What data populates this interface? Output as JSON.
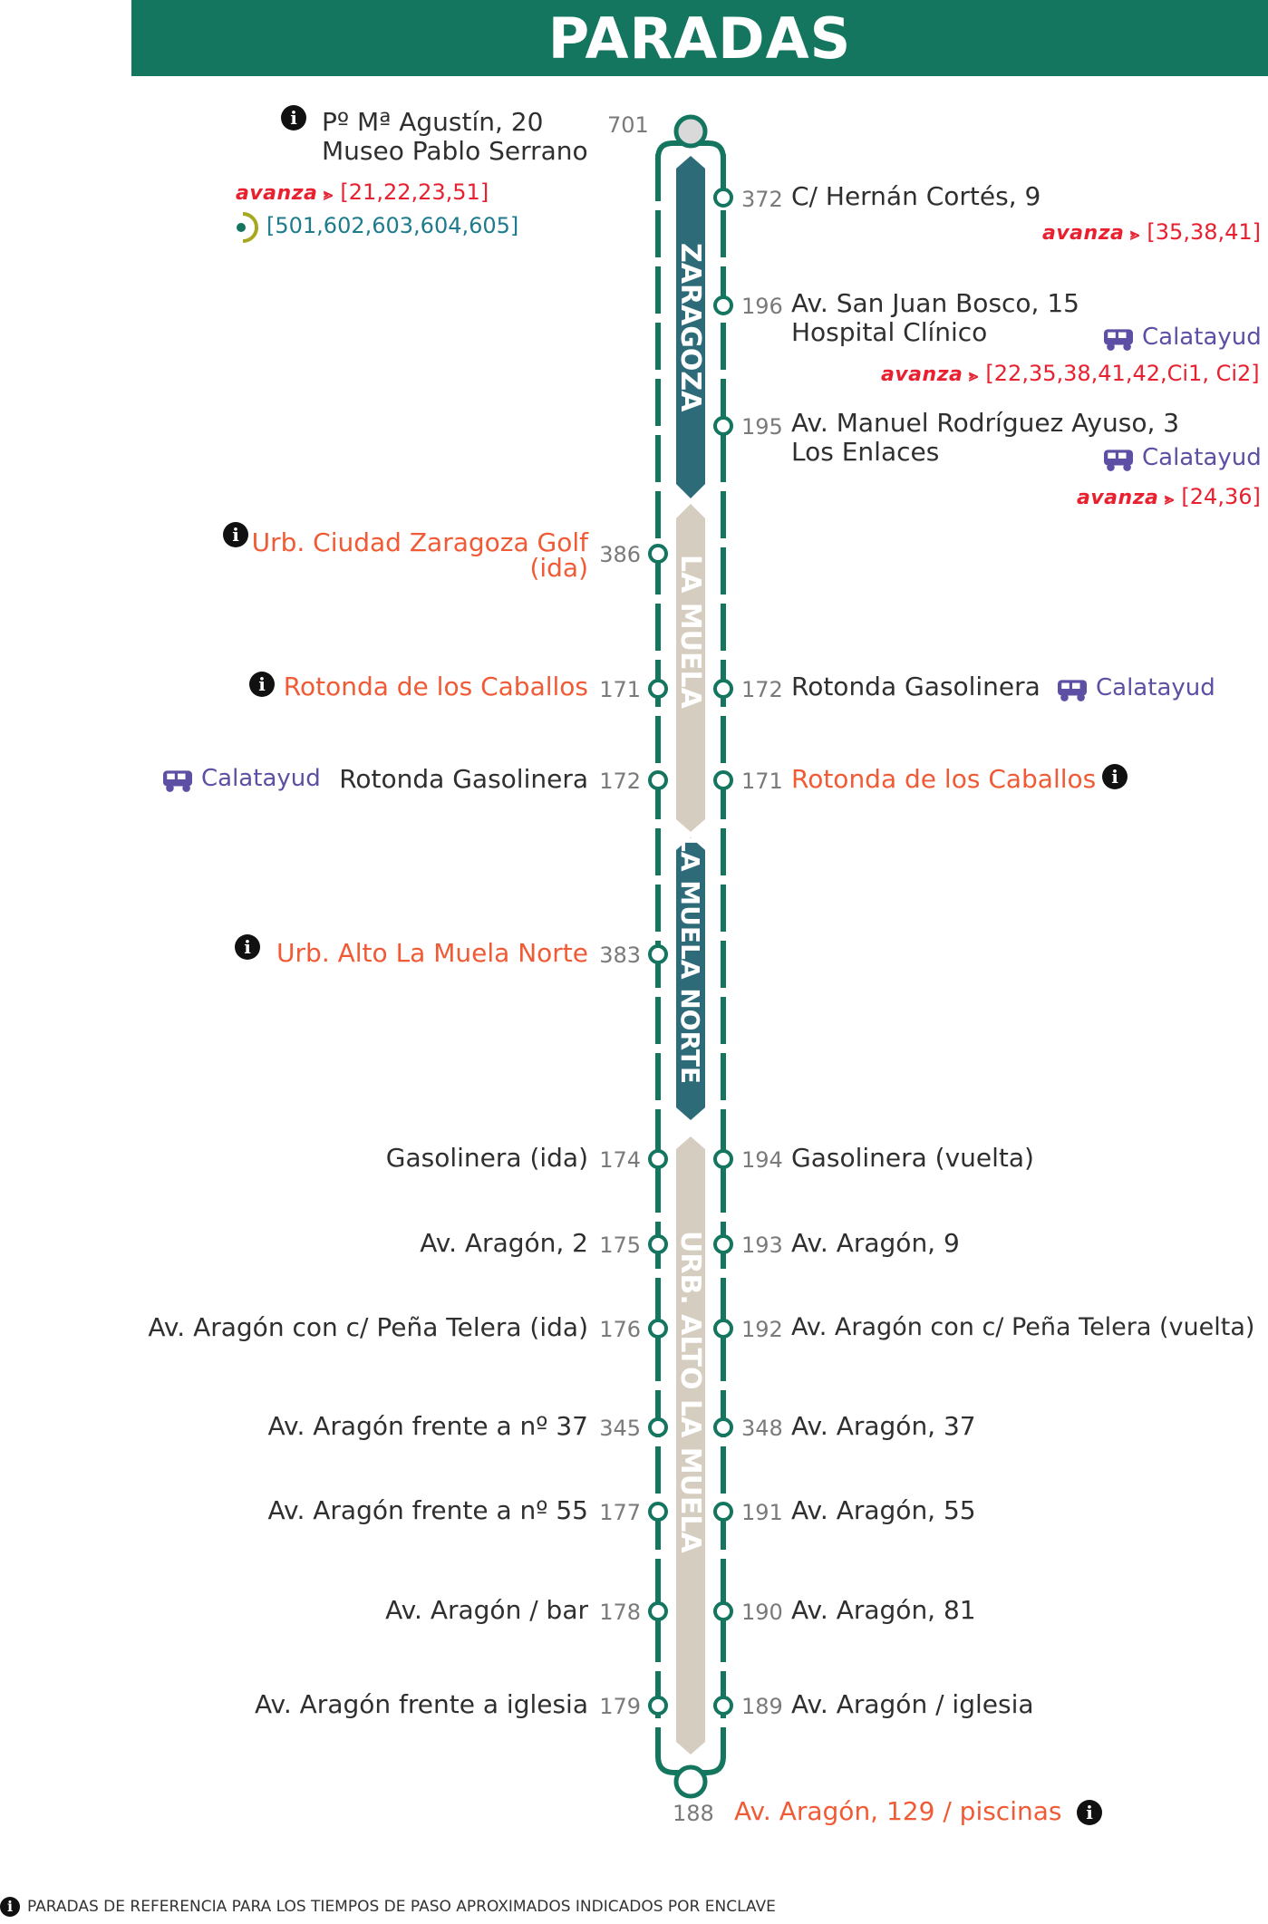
{
  "header": {
    "title": "PARADAS"
  },
  "zones": [
    {
      "name": "ZARAGOZA"
    },
    {
      "name": "LA MUELA"
    },
    {
      "name": "LA MUELA NORTE"
    },
    {
      "name": "URB. ALTO LA MUELA"
    }
  ],
  "start": {
    "code": "701",
    "line1": "Pº Mª Agustín, 20",
    "line2": "Museo Pablo Serrano",
    "avanza": "[21,22,23,51]",
    "metro": "[501,602,603,604,605]"
  },
  "brand": {
    "avanza": "avanza",
    "calatayud": "Calatayud"
  },
  "right_top": [
    {
      "code": "372",
      "line1": "C/ Hernán Cortés, 9",
      "avanza": "[35,38,41]"
    },
    {
      "code": "196",
      "line1": "Av. San Juan Bosco, 15",
      "line2": "Hospital Clínico",
      "calatayud": "Calatayud",
      "avanza": "[22,35,38,41,42,Ci1, Ci2]"
    },
    {
      "code": "195",
      "line1": "Av. Manuel Rodríguez Ayuso, 3",
      "line2": "Los Enlaces",
      "calatayud": "Calatayud",
      "avanza": "[24,36]"
    }
  ],
  "left_stops": [
    {
      "code": "386",
      "name": "Urb. Ciudad Zaragoza Golf",
      "sub": "(ida)"
    },
    {
      "code": "171",
      "name": "Rotonda de los Caballos"
    },
    {
      "code": "172",
      "name": "Rotonda Gasolinera",
      "calatayud": "Calatayud"
    },
    {
      "code": "383",
      "name": "Urb. Alto La Muela Norte"
    },
    {
      "code": "174",
      "name": "Gasolinera (ida)"
    },
    {
      "code": "175",
      "name": "Av. Aragón, 2"
    },
    {
      "code": "176",
      "name": "Av. Aragón con c/ Peña Telera (ida)"
    },
    {
      "code": "345",
      "name": "Av. Aragón frente a nº 37"
    },
    {
      "code": "177",
      "name": "Av. Aragón frente a nº 55"
    },
    {
      "code": "178",
      "name": "Av. Aragón / bar"
    },
    {
      "code": "179",
      "name": "Av. Aragón frente a iglesia"
    }
  ],
  "right_stops": [
    {
      "code": "172",
      "name": "Rotonda Gasolinera",
      "calatayud": "Calatayud"
    },
    {
      "code": "171",
      "name": "Rotonda de los Caballos"
    },
    {
      "code": "194",
      "name": "Gasolinera (vuelta)"
    },
    {
      "code": "193",
      "name": "Av. Aragón, 9"
    },
    {
      "code": "192",
      "name": "Av. Aragón con c/ Peña Telera (vuelta)"
    },
    {
      "code": "348",
      "name": "Av. Aragón, 37"
    },
    {
      "code": "191",
      "name": "Av. Aragón, 55"
    },
    {
      "code": "190",
      "name": "Av. Aragón, 81"
    },
    {
      "code": "189",
      "name": "Av. Aragón / iglesia"
    }
  ],
  "end": {
    "code": "188",
    "name": "Av. Aragón, 129 / piscinas"
  },
  "footnote": "PARADAS DE REFERENCIA PARA LOS TIEMPOS DE PASO APROXIMADOS INDICADOS POR ENCLAVE",
  "colors": {
    "green": "#14765f",
    "teal": "#2e6b78",
    "beige": "#d5cdbf",
    "red_stop": "#f05a34",
    "avanza": "#e8202f",
    "calatayud": "#5d4fa3"
  }
}
